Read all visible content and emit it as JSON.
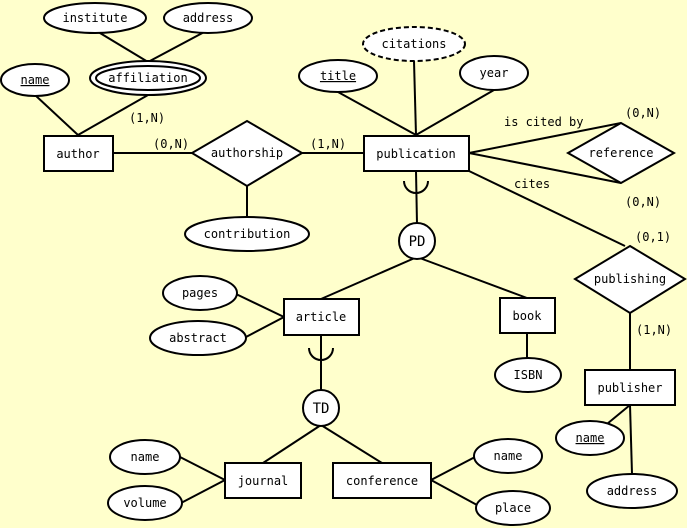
{
  "diagram": {
    "entities": {
      "author": "author",
      "publication": "publication",
      "article": "article",
      "book": "book",
      "journal": "journal",
      "conference": "conference",
      "publisher": "publisher"
    },
    "relationships": {
      "authorship": "authorship",
      "reference": "reference",
      "publishing": "publishing"
    },
    "attributes": {
      "institute": "institute",
      "address_affiliation": "address",
      "affiliation": "affiliation",
      "author_name": "name",
      "citations": "citations",
      "title": "title",
      "year": "year",
      "contribution": "contribution",
      "pages": "pages",
      "abstract": "abstract",
      "isbn": "ISBN",
      "journal_name": "name",
      "volume": "volume",
      "conference_name": "name",
      "place": "place",
      "publisher_name": "name",
      "publisher_address": "address"
    },
    "specializations": {
      "pd": "PD",
      "td": "TD"
    },
    "cardinalities": {
      "author_affiliation": "(1,N)",
      "author_authorship": "(0,N)",
      "authorship_publication": "(1,N)",
      "is_cited_by": "(0,N)",
      "cites": "(0,N)",
      "publication_publishing": "(0,1)",
      "publishing_publisher": "(1,N)"
    },
    "edge_labels": {
      "is_cited_by": "is cited by",
      "cites": "cites"
    }
  }
}
